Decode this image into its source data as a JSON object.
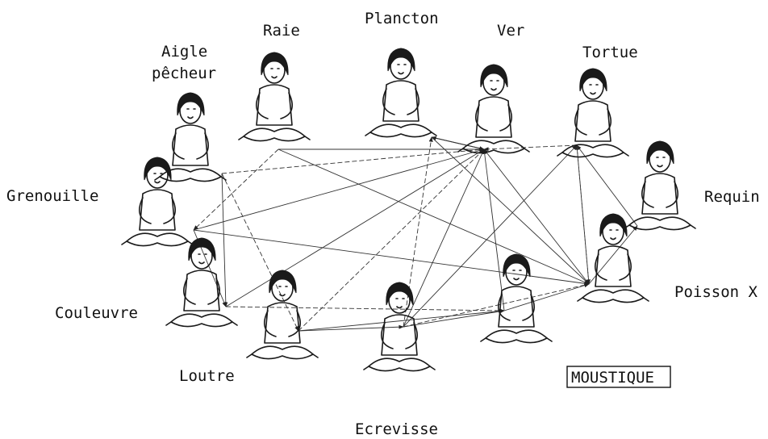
{
  "diagram": {
    "nodes": [
      {
        "id": "raie",
        "label": "Raie"
      },
      {
        "id": "plancton",
        "label": "Plancton"
      },
      {
        "id": "ver",
        "label": "Ver"
      },
      {
        "id": "tortue",
        "label": "Tortue"
      },
      {
        "id": "aigle",
        "label": "Aigle\npêcheur"
      },
      {
        "id": "grenouille",
        "label": "Grenouille"
      },
      {
        "id": "requin",
        "label": "Requin"
      },
      {
        "id": "couleuvre",
        "label": "Couleuvre"
      },
      {
        "id": "poissonx",
        "label": "Poisson X"
      },
      {
        "id": "loutre",
        "label": "Loutre"
      },
      {
        "id": "moustique",
        "label": "MOUSTIQUE"
      },
      {
        "id": "ecrevisse",
        "label": "Ecrevisse"
      }
    ],
    "edges": [
      [
        "plancton",
        "ver"
      ],
      [
        "tortue",
        "ver"
      ],
      [
        "ver",
        "plancton"
      ],
      [
        "raie",
        "ver"
      ],
      [
        "aigle",
        "ver"
      ],
      [
        "requin",
        "tortue"
      ],
      [
        "poissonx",
        "ver"
      ],
      [
        "poissonx",
        "tortue"
      ],
      [
        "moustique",
        "ver"
      ],
      [
        "ecrevisse",
        "ver"
      ],
      [
        "loutre",
        "ver"
      ],
      [
        "couleuvre",
        "ver"
      ],
      [
        "grenouille",
        "ver"
      ],
      [
        "raie",
        "grenouille"
      ],
      [
        "aigle",
        "couleuvre"
      ],
      [
        "grenouille",
        "couleuvre"
      ],
      [
        "couleuvre",
        "moustique"
      ],
      [
        "loutre",
        "moustique"
      ],
      [
        "ecrevisse",
        "moustique"
      ],
      [
        "ecrevisse",
        "poissonx"
      ],
      [
        "plancton",
        "poissonx"
      ],
      [
        "raie",
        "poissonx"
      ],
      [
        "tortue",
        "poissonx"
      ],
      [
        "grenouille",
        "poissonx"
      ],
      [
        "loutre",
        "ecrevisse"
      ],
      [
        "ecrevisse",
        "plancton"
      ],
      [
        "moustique",
        "poissonx"
      ],
      [
        "poissonx",
        "requin"
      ],
      [
        "aigle",
        "loutre"
      ],
      [
        "ecrevisse",
        "tortue"
      ]
    ]
  }
}
